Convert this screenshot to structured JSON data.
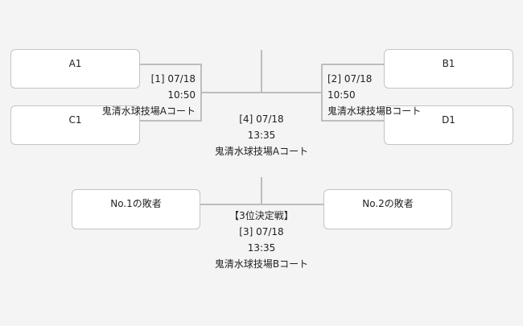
{
  "teams": {
    "a1": "A1",
    "c1": "C1",
    "b1": "B1",
    "d1": "D1",
    "loser1": "No.1の敗者",
    "loser2": "No.2の敗者"
  },
  "match1": {
    "label": "[1] 07/18",
    "time": "10:50",
    "venue": "鬼清水球技場Aコート"
  },
  "match2": {
    "label": "[2] 07/18",
    "time": "10:50",
    "venue": "鬼清水球技場Bコート"
  },
  "match4": {
    "label": "[4] 07/18",
    "time": "13:35",
    "venue": "鬼清水球技場Aコート"
  },
  "match3": {
    "title": "【3位決定戦】",
    "label": "[3] 07/18",
    "time": "13:35",
    "venue": "鬼清水球技場Bコート"
  }
}
